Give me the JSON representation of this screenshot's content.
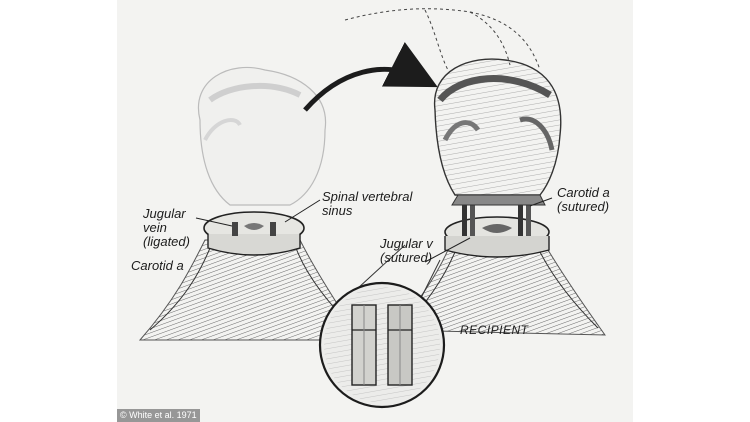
{
  "labels": {
    "spinal_vertebral_sinus": "Spinal vertebral\nsinus",
    "jugular_vein_ligated": "Jugular\nvein\n(ligated)",
    "carotid_a_left": "Carotid a",
    "carotid_a_sutured": "Carotid a\n(sutured)",
    "jugular_v_sutured": "Jugular v\n(sutured)",
    "recipient": "RECIPIENT"
  },
  "credit": "© White et al. 1971",
  "colors": {
    "ink": "#1c1c1c",
    "paper": "#f3f3f1",
    "shade": "#7a7a7a"
  },
  "icons": [
    "transfer-arrow",
    "donor-head",
    "recipient-head",
    "magnified-vessel-inset"
  ]
}
